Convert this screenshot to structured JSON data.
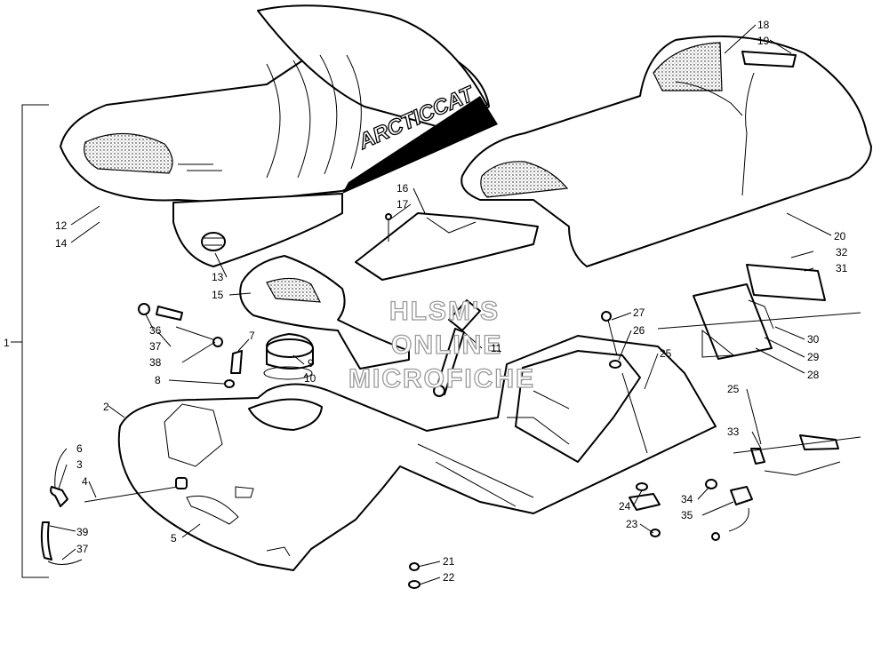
{
  "diagram": {
    "brand_logo": "ARCTICCAT",
    "watermark_lines": [
      "HLSM'S",
      "ONLINE",
      "MICROFICHE"
    ],
    "callouts": [
      "1",
      "2",
      "3",
      "4",
      "5",
      "6",
      "7",
      "8",
      "9",
      "10",
      "11",
      "12",
      "13",
      "14",
      "15",
      "16",
      "17",
      "18",
      "19",
      "20",
      "21",
      "22",
      "23",
      "24",
      "25",
      "25",
      "26",
      "27",
      "28",
      "29",
      "30",
      "31",
      "32",
      "33",
      "34",
      "35",
      "36",
      "37",
      "37",
      "38",
      "39"
    ]
  }
}
